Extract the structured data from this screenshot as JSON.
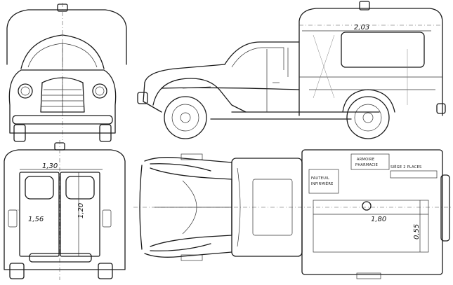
{
  "drawing": {
    "side_view": {
      "dim_box_length": "2,03"
    },
    "rear_view": {
      "dim_box_width": "1,30",
      "dim_door_height": "1,20",
      "dim_side": "1,56"
    },
    "top_view": {
      "label_armoire": "ARMOIRE",
      "label_pharmacie": "PHARMACIE",
      "label_siege": "SIÈGE 2 PLACES",
      "label_fauteuil": "FAUTEUIL",
      "label_infirmiere": "INFIRMIÈRE",
      "dim_length": "1,80",
      "dim_width": "0,55"
    }
  }
}
